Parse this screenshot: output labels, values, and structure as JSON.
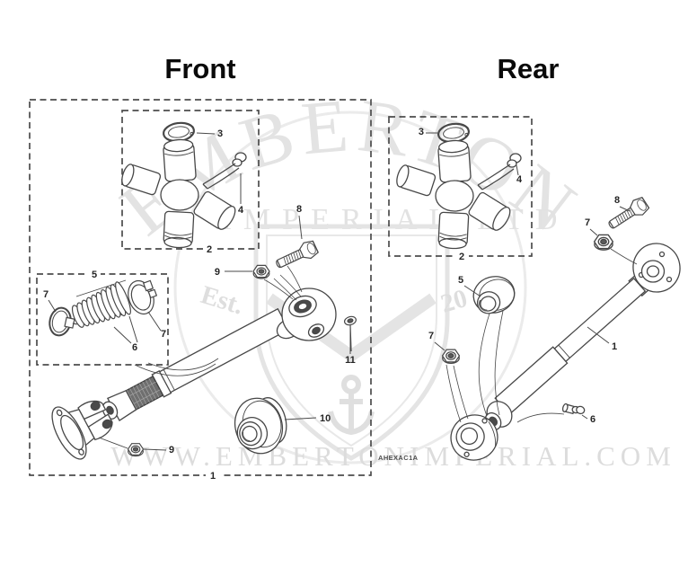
{
  "headings": {
    "front": "Front",
    "rear": "Rear"
  },
  "watermark": {
    "brand_arc": "EMBERTON",
    "brand_mid": "IMPERIAL LTD",
    "est": "Est.",
    "year": "20",
    "url": "WWW.EMBERTONIMPERIAL.COM"
  },
  "diagram_code": "AHEXAC1A",
  "callouts": {
    "front": {
      "propshaft": "1",
      "uj_kit": "2",
      "circlip": "3",
      "grease_nipple": "4",
      "gaiter_kit": "5",
      "gaiter": "6",
      "clamp_a": "7",
      "clamp_b": "7",
      "flange_bolt": "8",
      "nut_upper": "9",
      "nut_lower": "9",
      "rubber_coupling": "10",
      "retainer": "11"
    },
    "rear": {
      "propshaft": "1",
      "uj_kit": "2",
      "circlip": "3",
      "grease_nipple": "4",
      "mounting_bush": "5",
      "grease_point": "6",
      "nut_upper": "7",
      "nut_lower": "7",
      "flange_bolt": "8"
    }
  },
  "colors": {
    "line": "#474747",
    "label": "#262626",
    "watermark": "#dfdfdf",
    "background": "#ffffff"
  }
}
